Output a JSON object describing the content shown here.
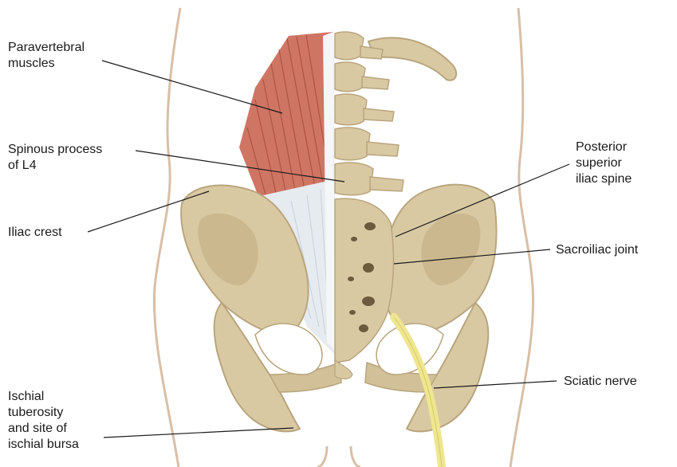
{
  "labels": {
    "paravertebral": [
      "Paravertebral",
      "muscles"
    ],
    "spinous": [
      "Spinous process",
      "of L4"
    ],
    "iliac_crest": [
      "Iliac crest"
    ],
    "psis": [
      "Posterior",
      "superior",
      "iliac spine"
    ],
    "sacroiliac": [
      "Sacroiliac joint"
    ],
    "sciatic": [
      "Sciatic nerve"
    ],
    "ischial": [
      "Ischial",
      "tuberosity",
      "and site of",
      "ischial bursa"
    ]
  },
  "colors": {
    "bone": "#d9c9a3",
    "bone_shadow": "#b9a57d",
    "bone_dark": "#6e5a3c",
    "muscle": "#cf7564",
    "muscle_stripe": "#a84a3c",
    "fascia": "#e6ebf0",
    "nerve": "#efe690",
    "skin_line": "#d8bfa6",
    "leader": "#1a1a1a"
  }
}
